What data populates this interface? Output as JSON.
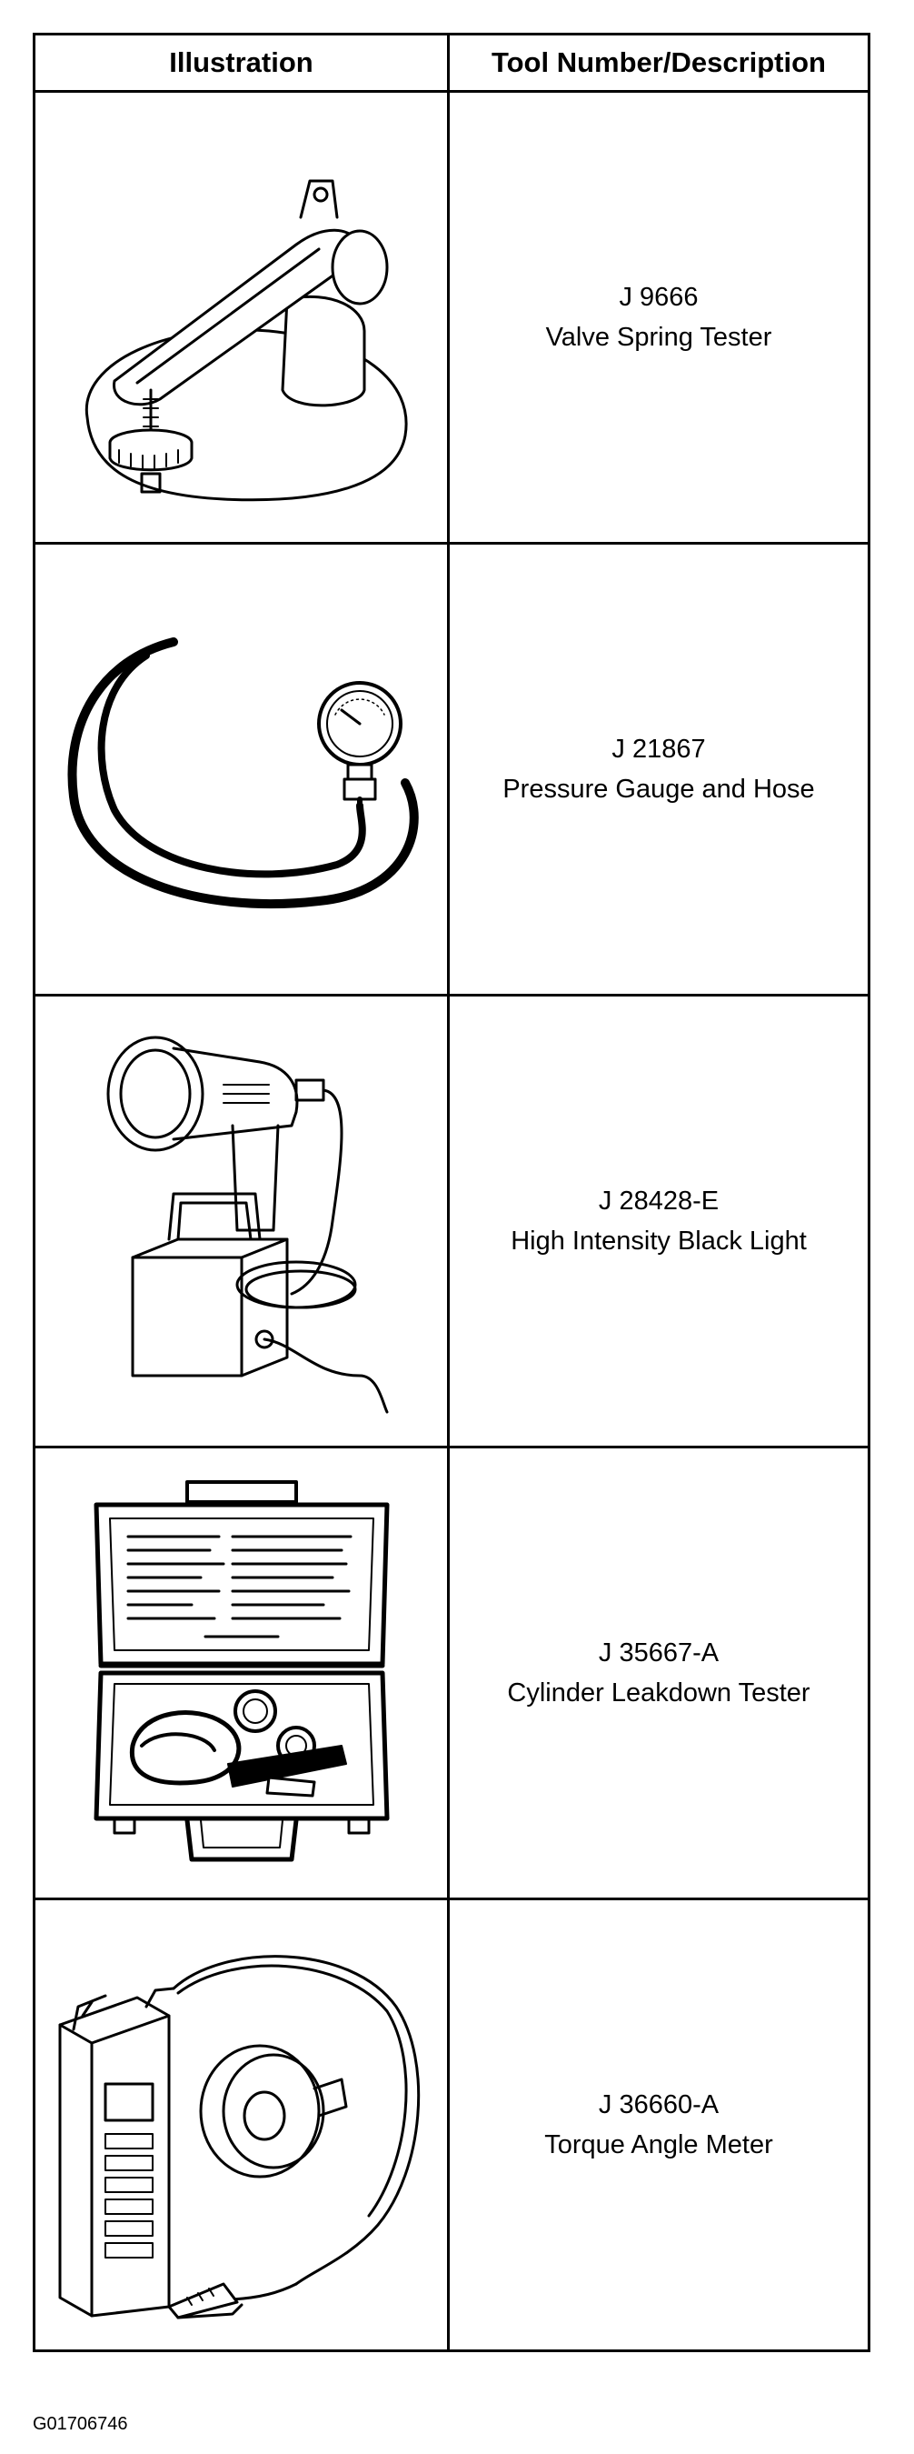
{
  "table": {
    "headers": {
      "illustration": "Illustration",
      "tool": "Tool Number/Description"
    },
    "rows": [
      {
        "number": "J 9666",
        "description": "Valve Spring Tester",
        "icon": "valve-spring-tester-icon"
      },
      {
        "number": "J 21867",
        "description": "Pressure Gauge and Hose",
        "icon": "pressure-gauge-hose-icon"
      },
      {
        "number": "J 28428-E",
        "description": "High Intensity Black Light",
        "icon": "black-light-icon"
      },
      {
        "number": "J 35667-A",
        "description": "Cylinder Leakdown Tester",
        "icon": "leakdown-tester-icon"
      },
      {
        "number": "J 36660-A",
        "description": "Torque Angle Meter",
        "icon": "torque-angle-meter-icon"
      }
    ]
  },
  "figure_id": "G01706746"
}
